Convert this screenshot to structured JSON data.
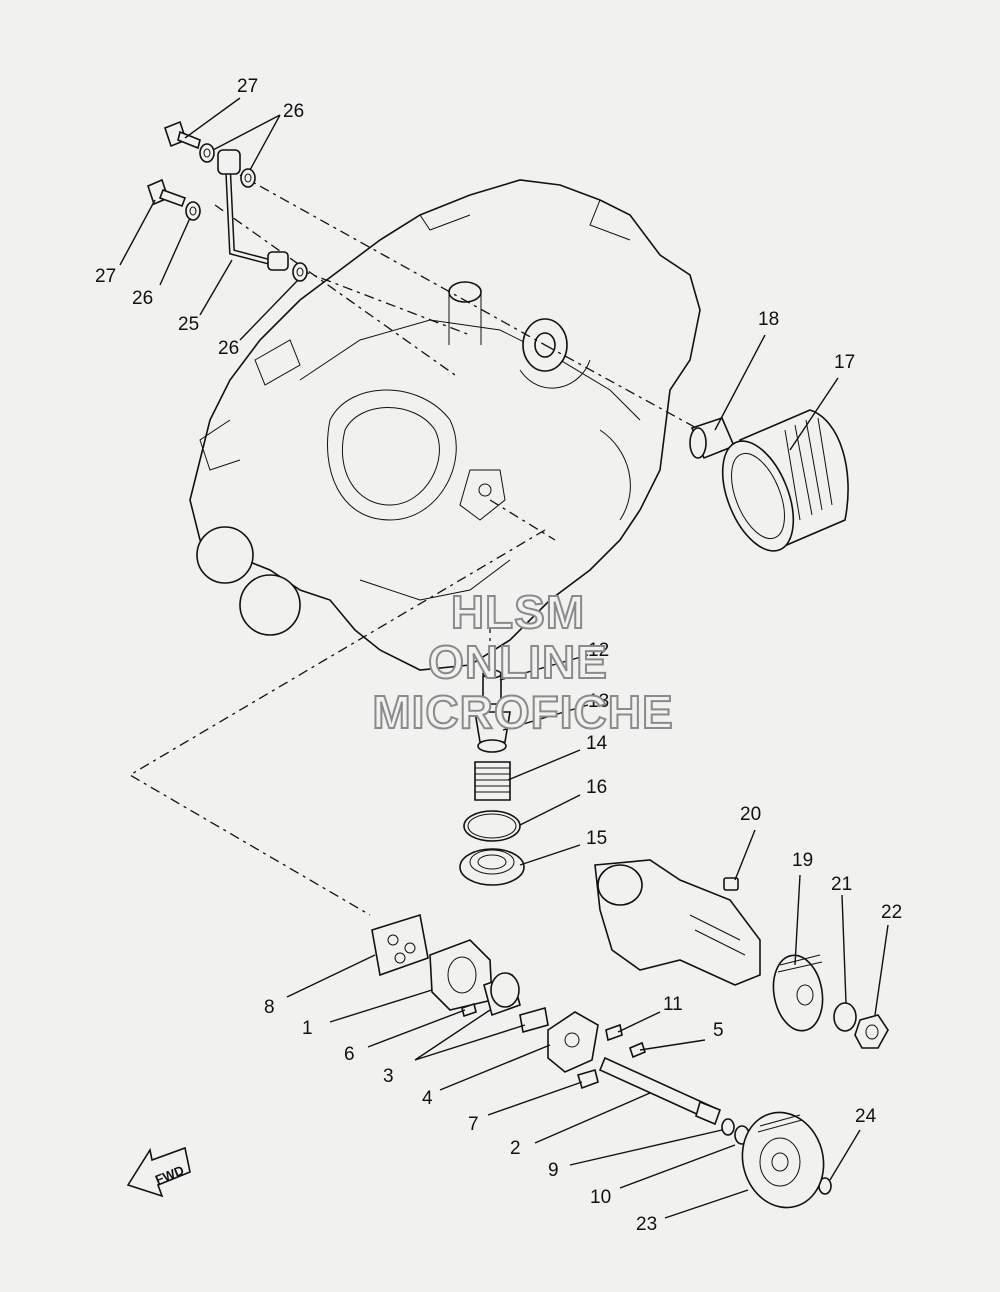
{
  "callouts": [
    {
      "id": "27a",
      "label": "27"
    },
    {
      "id": "26a",
      "label": "26"
    },
    {
      "id": "27b",
      "label": "27"
    },
    {
      "id": "26b",
      "label": "26"
    },
    {
      "id": "25",
      "label": "25"
    },
    {
      "id": "26c",
      "label": "26"
    },
    {
      "id": "18",
      "label": "18"
    },
    {
      "id": "17",
      "label": "17"
    },
    {
      "id": "12",
      "label": "12"
    },
    {
      "id": "13",
      "label": "13"
    },
    {
      "id": "14",
      "label": "14"
    },
    {
      "id": "16",
      "label": "16"
    },
    {
      "id": "15",
      "label": "15"
    },
    {
      "id": "20",
      "label": "20"
    },
    {
      "id": "19",
      "label": "19"
    },
    {
      "id": "21",
      "label": "21"
    },
    {
      "id": "22",
      "label": "22"
    },
    {
      "id": "8",
      "label": "8"
    },
    {
      "id": "1",
      "label": "1"
    },
    {
      "id": "6",
      "label": "6"
    },
    {
      "id": "3",
      "label": "3"
    },
    {
      "id": "4",
      "label": "4"
    },
    {
      "id": "11",
      "label": "11"
    },
    {
      "id": "5",
      "label": "5"
    },
    {
      "id": "7",
      "label": "7"
    },
    {
      "id": "2",
      "label": "2"
    },
    {
      "id": "9",
      "label": "9"
    },
    {
      "id": "10",
      "label": "10"
    },
    {
      "id": "23",
      "label": "23"
    },
    {
      "id": "24",
      "label": "24"
    }
  ],
  "watermark": {
    "line1": "HLSM",
    "line2": "ONLINE",
    "line3": "MICROFICHE"
  },
  "direction_badge": {
    "label": "FWD"
  },
  "colors": {
    "background": "#f1f1ef",
    "ink": "#111111",
    "watermark_outline": "#8a8a8a"
  }
}
